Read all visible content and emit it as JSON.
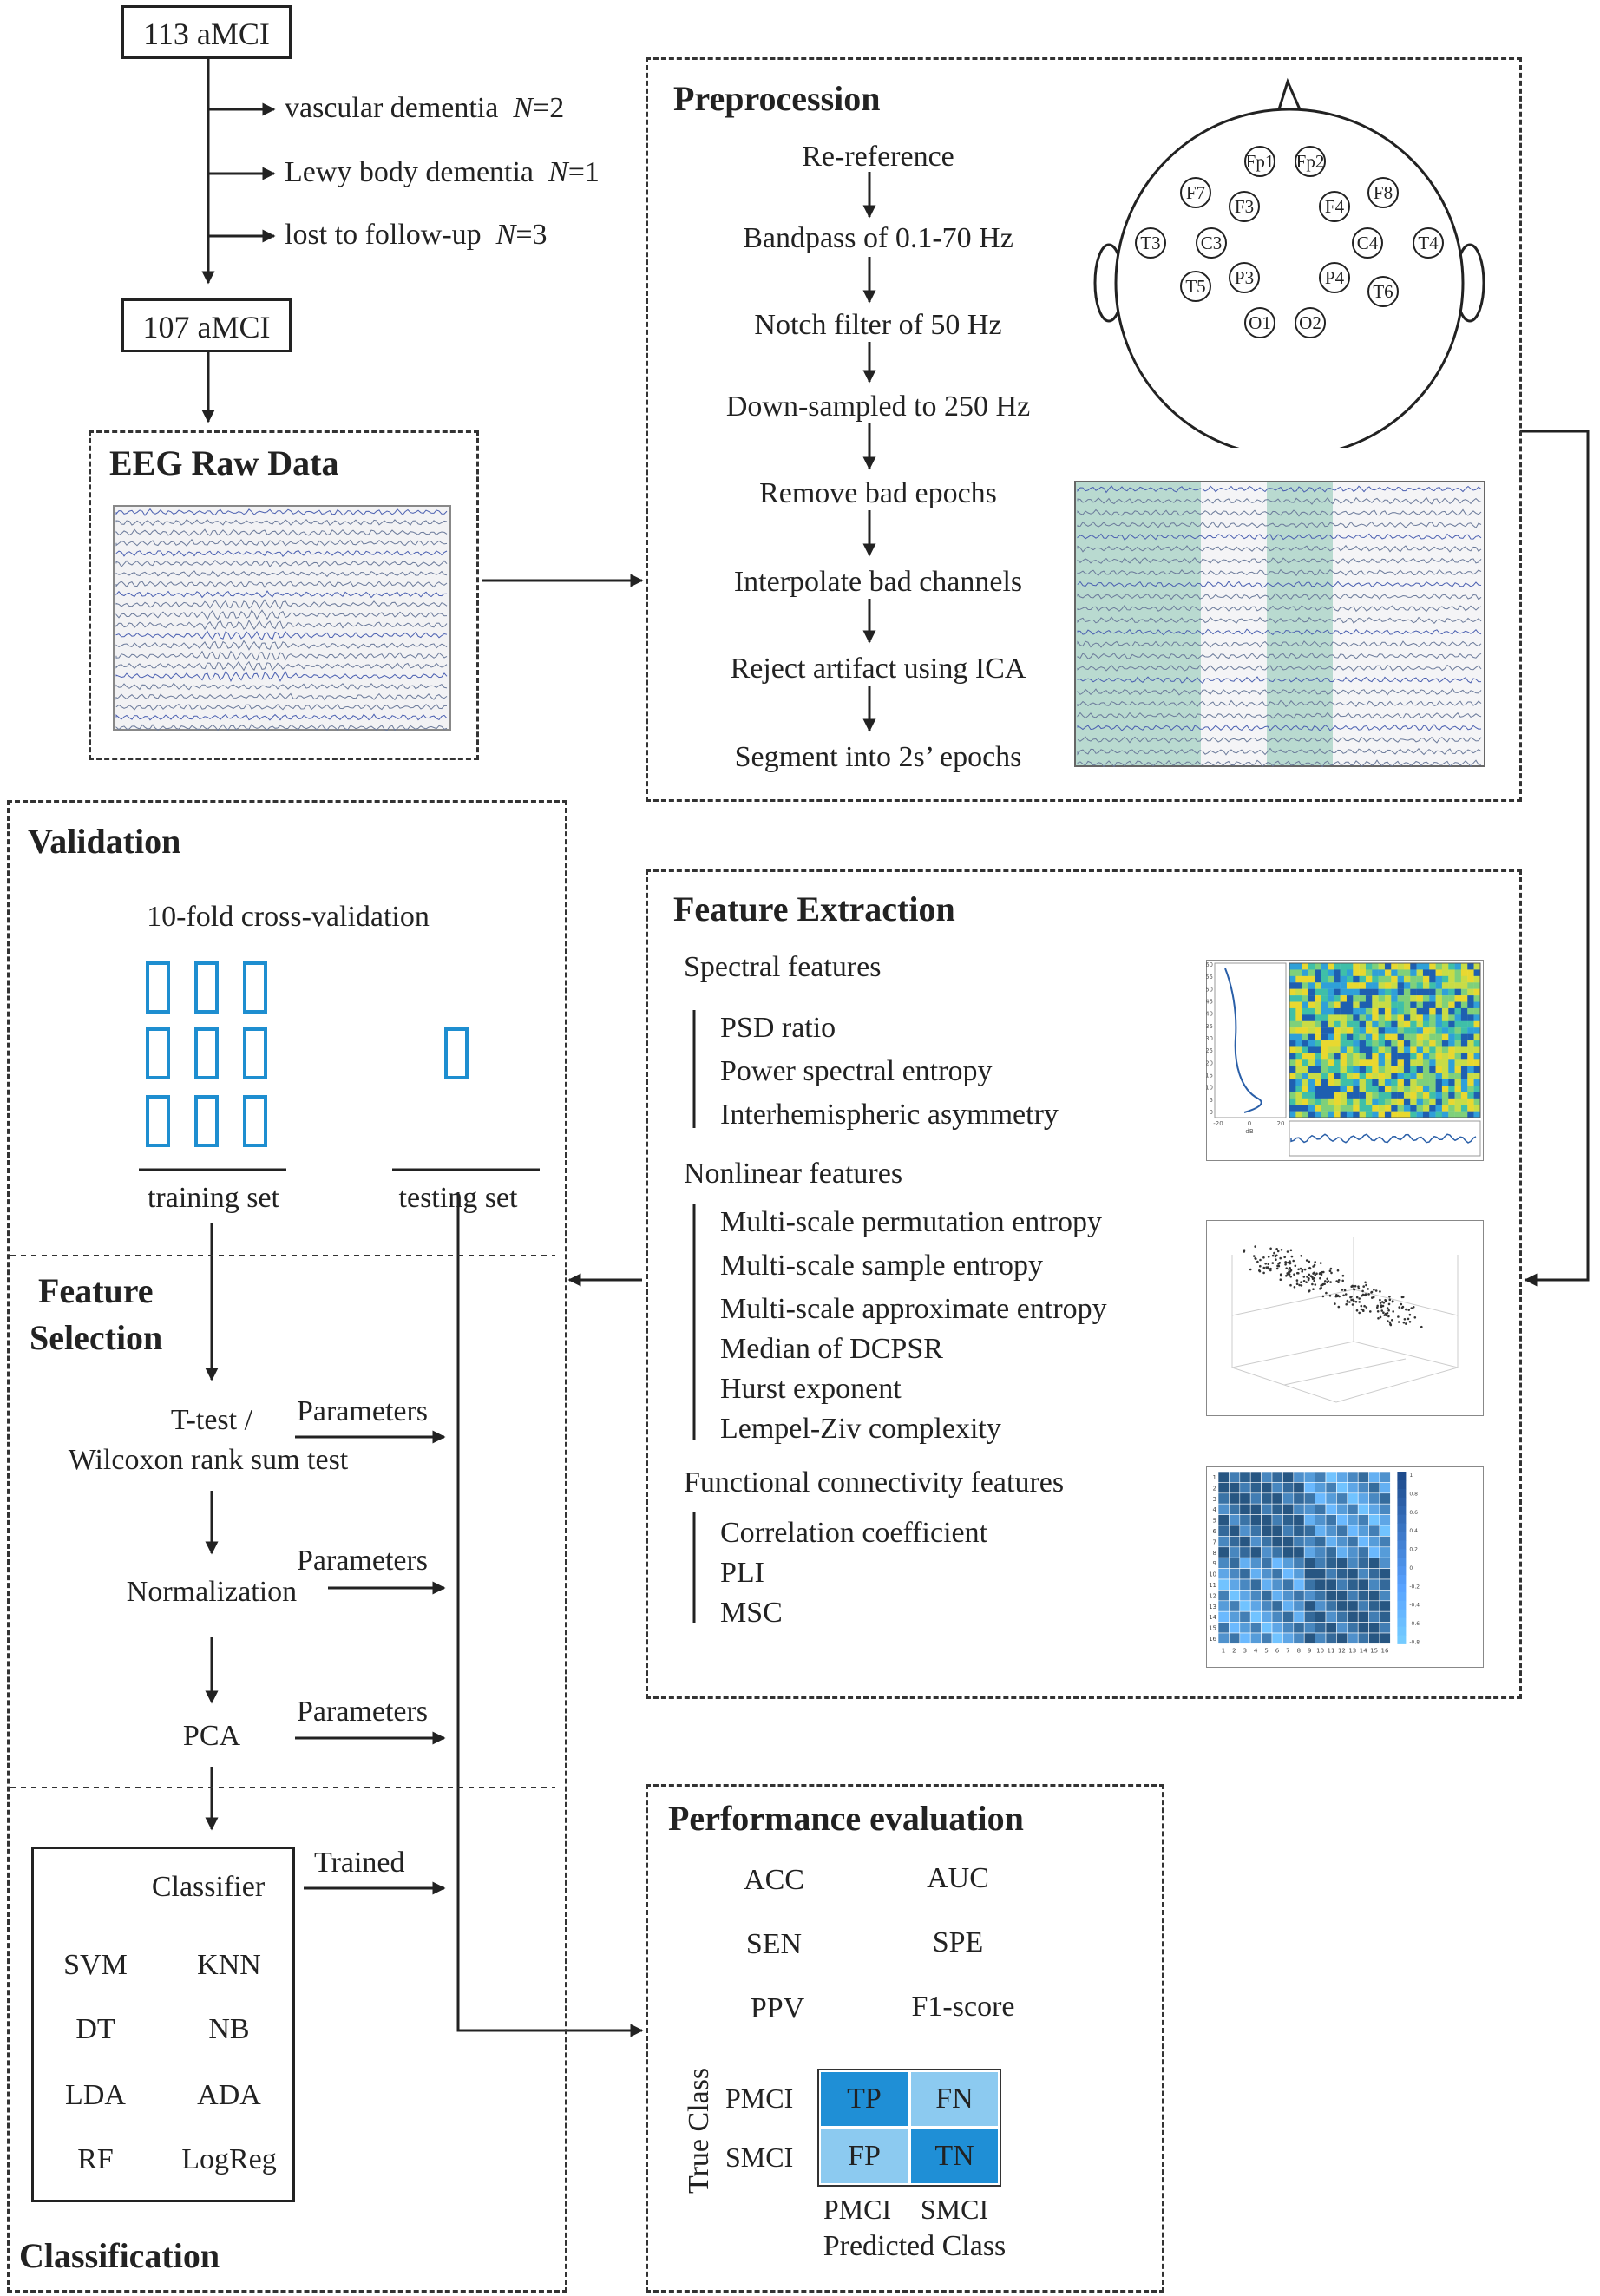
{
  "cohort": {
    "initial": "113 aMCI",
    "exclusions": [
      {
        "label": "vascular dementia",
        "n_label": "N",
        "n_value": "=2"
      },
      {
        "label": "Lewy body dementia",
        "n_label": "N",
        "n_value": "=1"
      },
      {
        "label": "lost to follow-up",
        "n_label": "N",
        "n_value": "=3"
      }
    ],
    "final": "107 aMCI"
  },
  "raw_data": {
    "title": "EEG Raw Data"
  },
  "preprocess": {
    "title": "Preprocession",
    "steps": [
      "Re-reference",
      "Bandpass of 0.1-70 Hz",
      "Notch filter of 50 Hz",
      "Down-sampled to 250 Hz",
      "Remove bad epochs",
      "Interpolate bad channels",
      "Reject artifact using ICA",
      "Segment into 2s’ epochs"
    ],
    "electrodes": [
      "Fp1",
      "Fp2",
      "F7",
      "F3",
      "F4",
      "F8",
      "T3",
      "C3",
      "C4",
      "T4",
      "T5",
      "P3",
      "P4",
      "T6",
      "O1",
      "O2"
    ]
  },
  "features": {
    "title": "Feature Extraction",
    "groups": [
      {
        "name": "Spectral features",
        "items": [
          "PSD ratio",
          "Power spectral entropy",
          "Interhemispheric asymmetry"
        ]
      },
      {
        "name": "Nonlinear features",
        "items": [
          "Multi-scale permutation entropy",
          "Multi-scale sample entropy",
          "Multi-scale approximate entropy",
          "Median of DCPSR",
          "Hurst exponent",
          "Lempel-Ziv complexity"
        ]
      },
      {
        "name": "Functional connectivity features",
        "items": [
          "Correlation coefficient",
          "PLI",
          "MSC"
        ]
      }
    ]
  },
  "validation": {
    "title": "Validation",
    "method": "10-fold cross-validation",
    "training_label": "training set",
    "testing_label": "testing set"
  },
  "selection": {
    "title_line1": "Feature",
    "title_line2": "Selection",
    "test_line1": "T-test /",
    "test_line2": "Wilcoxon rank sum test",
    "normalization": "Normalization",
    "pca": "PCA",
    "parameters": "Parameters"
  },
  "classification": {
    "title": "Classification",
    "box_title": "Classifier",
    "trained": "Trained",
    "classifiers": [
      "SVM",
      "KNN",
      "DT",
      "NB",
      "LDA",
      "ADA",
      "RF",
      "LogReg"
    ]
  },
  "performance": {
    "title": "Performance evaluation",
    "metrics": [
      "ACC",
      "AUC",
      "SEN",
      "SPE",
      "PPV",
      "F1-score"
    ],
    "confusion": {
      "true_axis": "True Class",
      "pred_axis": "Predicted Class",
      "rows": [
        "PMCI",
        "SMCI"
      ],
      "cols": [
        "PMCI",
        "SMCI"
      ],
      "cells": [
        "TP",
        "FN",
        "FP",
        "TN"
      ],
      "dark_color": "#1f8fd6",
      "light_color": "#8ccaf0"
    }
  },
  "spectro_axis": {
    "y_ticks": [
      "60",
      "55",
      "50",
      "45",
      "40",
      "35",
      "30",
      "25",
      "20",
      "15",
      "10",
      "5",
      "0"
    ],
    "x_ticks": [
      "-20",
      "0",
      "20"
    ],
    "x_unit": "dB"
  },
  "heatmap_axis": {
    "ticks": [
      "1",
      "2",
      "3",
      "4",
      "5",
      "6",
      "7",
      "8",
      "9",
      "10",
      "11",
      "12",
      "13",
      "14",
      "15",
      "16"
    ],
    "scale": [
      "1",
      "0.8",
      "0.6",
      "0.4",
      "0.2",
      "0",
      "-0.2",
      "-0.4",
      "-0.6",
      "-0.8"
    ]
  }
}
